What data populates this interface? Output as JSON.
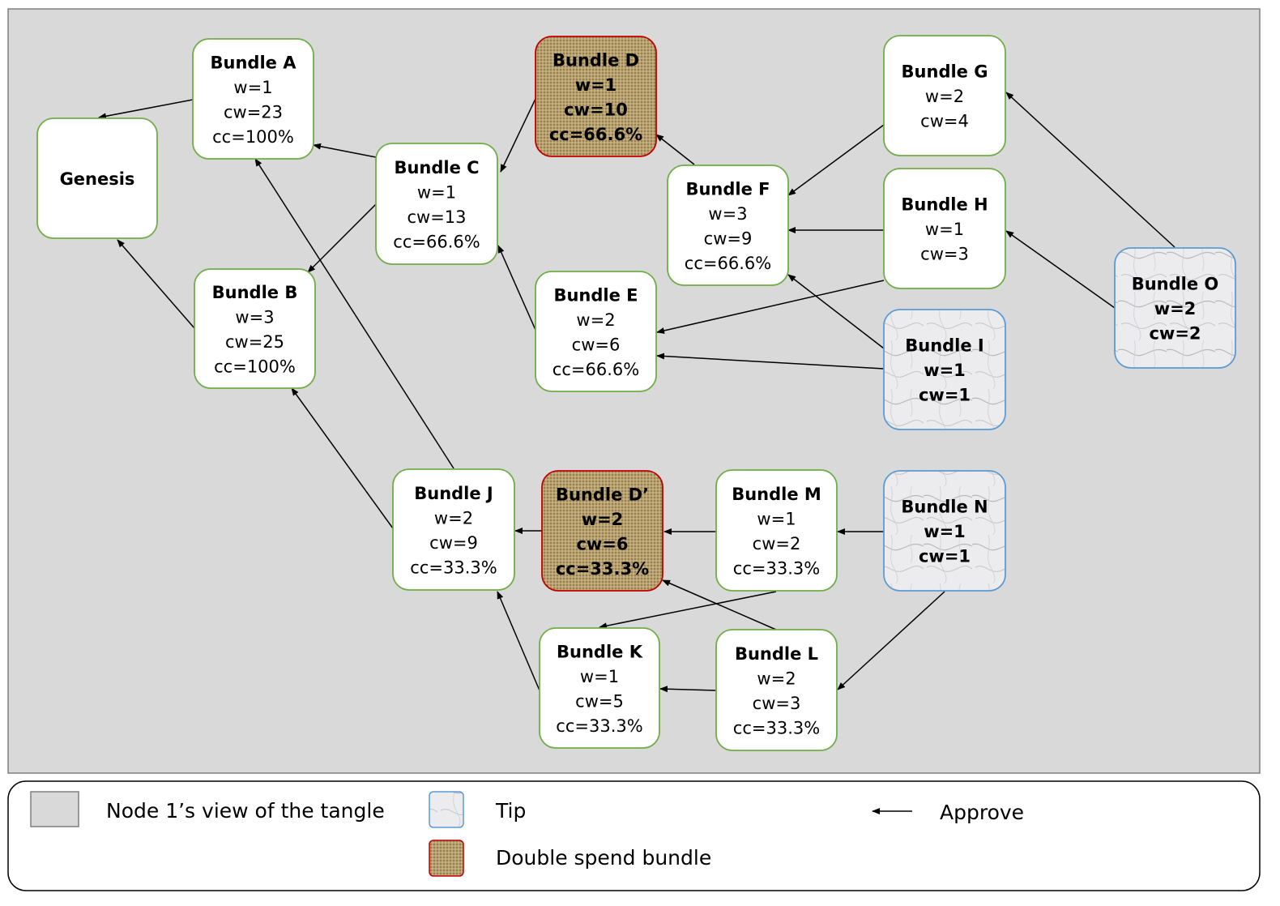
{
  "nodes": [
    {
      "id": "genesis",
      "lines": [
        "Genesis"
      ],
      "kind": "normal"
    },
    {
      "id": "A",
      "lines": [
        "Bundle A",
        "w=1",
        "cw=23",
        "cc=100%"
      ],
      "kind": "normal"
    },
    {
      "id": "B",
      "lines": [
        "Bundle B",
        "w=3",
        "cw=25",
        "cc=100%"
      ],
      "kind": "normal"
    },
    {
      "id": "C",
      "lines": [
        "Bundle C",
        "w=1",
        "cw=13",
        "cc=66.6%"
      ],
      "kind": "normal"
    },
    {
      "id": "D",
      "lines": [
        "Bundle D",
        "w=1",
        "cw=10",
        "cc=66.6%"
      ],
      "kind": "double-spend"
    },
    {
      "id": "E",
      "lines": [
        "Bundle E",
        "w=2",
        "cw=6",
        "cc=66.6%"
      ],
      "kind": "normal"
    },
    {
      "id": "F",
      "lines": [
        "Bundle F",
        "w=3",
        "cw=9",
        "cc=66.6%"
      ],
      "kind": "normal"
    },
    {
      "id": "G",
      "lines": [
        "Bundle G",
        "w=2",
        "cw=4"
      ],
      "kind": "normal"
    },
    {
      "id": "H",
      "lines": [
        "Bundle H",
        "w=1",
        "cw=3"
      ],
      "kind": "normal"
    },
    {
      "id": "I",
      "lines": [
        "Bundle I",
        "w=1",
        "cw=1"
      ],
      "kind": "tip"
    },
    {
      "id": "O",
      "lines": [
        "Bundle O",
        "w=2",
        "cw=2"
      ],
      "kind": "tip"
    },
    {
      "id": "J",
      "lines": [
        "Bundle J",
        "w=2",
        "cw=9",
        "cc=33.3%"
      ],
      "kind": "normal"
    },
    {
      "id": "Dp",
      "lines": [
        "Bundle D’",
        "w=2",
        "cw=6",
        "cc=33.3%"
      ],
      "kind": "double-spend"
    },
    {
      "id": "M",
      "lines": [
        "Bundle M",
        "w=1",
        "cw=2",
        "cc=33.3%"
      ],
      "kind": "normal"
    },
    {
      "id": "N",
      "lines": [
        "Bundle N",
        "w=1",
        "cw=1"
      ],
      "kind": "tip"
    },
    {
      "id": "K",
      "lines": [
        "Bundle K",
        "w=1",
        "cw=5",
        "cc=33.3%"
      ],
      "kind": "normal"
    },
    {
      "id": "L",
      "lines": [
        "Bundle L",
        "w=2",
        "cw=3",
        "cc=33.3%"
      ],
      "kind": "normal"
    }
  ],
  "edges": [
    {
      "from": "A",
      "to": "genesis"
    },
    {
      "from": "B",
      "to": "genesis"
    },
    {
      "from": "C",
      "to": "A"
    },
    {
      "from": "C",
      "to": "B"
    },
    {
      "from": "D",
      "to": "C"
    },
    {
      "from": "E",
      "to": "C"
    },
    {
      "from": "F",
      "to": "D"
    },
    {
      "from": "G",
      "to": "F"
    },
    {
      "from": "H",
      "to": "F"
    },
    {
      "from": "H",
      "to": "E"
    },
    {
      "from": "I",
      "to": "F"
    },
    {
      "from": "I",
      "to": "E"
    },
    {
      "from": "O",
      "to": "G"
    },
    {
      "from": "O",
      "to": "H"
    },
    {
      "from": "J",
      "to": "B"
    },
    {
      "from": "J",
      "to": "A"
    },
    {
      "from": "Dp",
      "to": "J"
    },
    {
      "from": "M",
      "to": "Dp"
    },
    {
      "from": "N",
      "to": "M"
    },
    {
      "from": "M",
      "to": "K"
    },
    {
      "from": "L",
      "to": "Dp"
    },
    {
      "from": "K",
      "to": "J"
    },
    {
      "from": "L",
      "to": "K"
    },
    {
      "from": "N",
      "to": "L"
    }
  ],
  "legend": {
    "view_label": "Node 1’s view of the tangle",
    "tip_label": "Tip",
    "double_spend_label": "Double spend bundle",
    "approve_label": "Approve"
  },
  "colors": {
    "panel_fill": "#d9d9d9",
    "panel_border": "#7f7f7f",
    "normal_border": "#70ad47",
    "tip_border": "#5b9bd5",
    "double_spend_border": "#c00000",
    "double_spend_fill": "#b8a06e",
    "tip_fill": "#e8e8ea"
  }
}
